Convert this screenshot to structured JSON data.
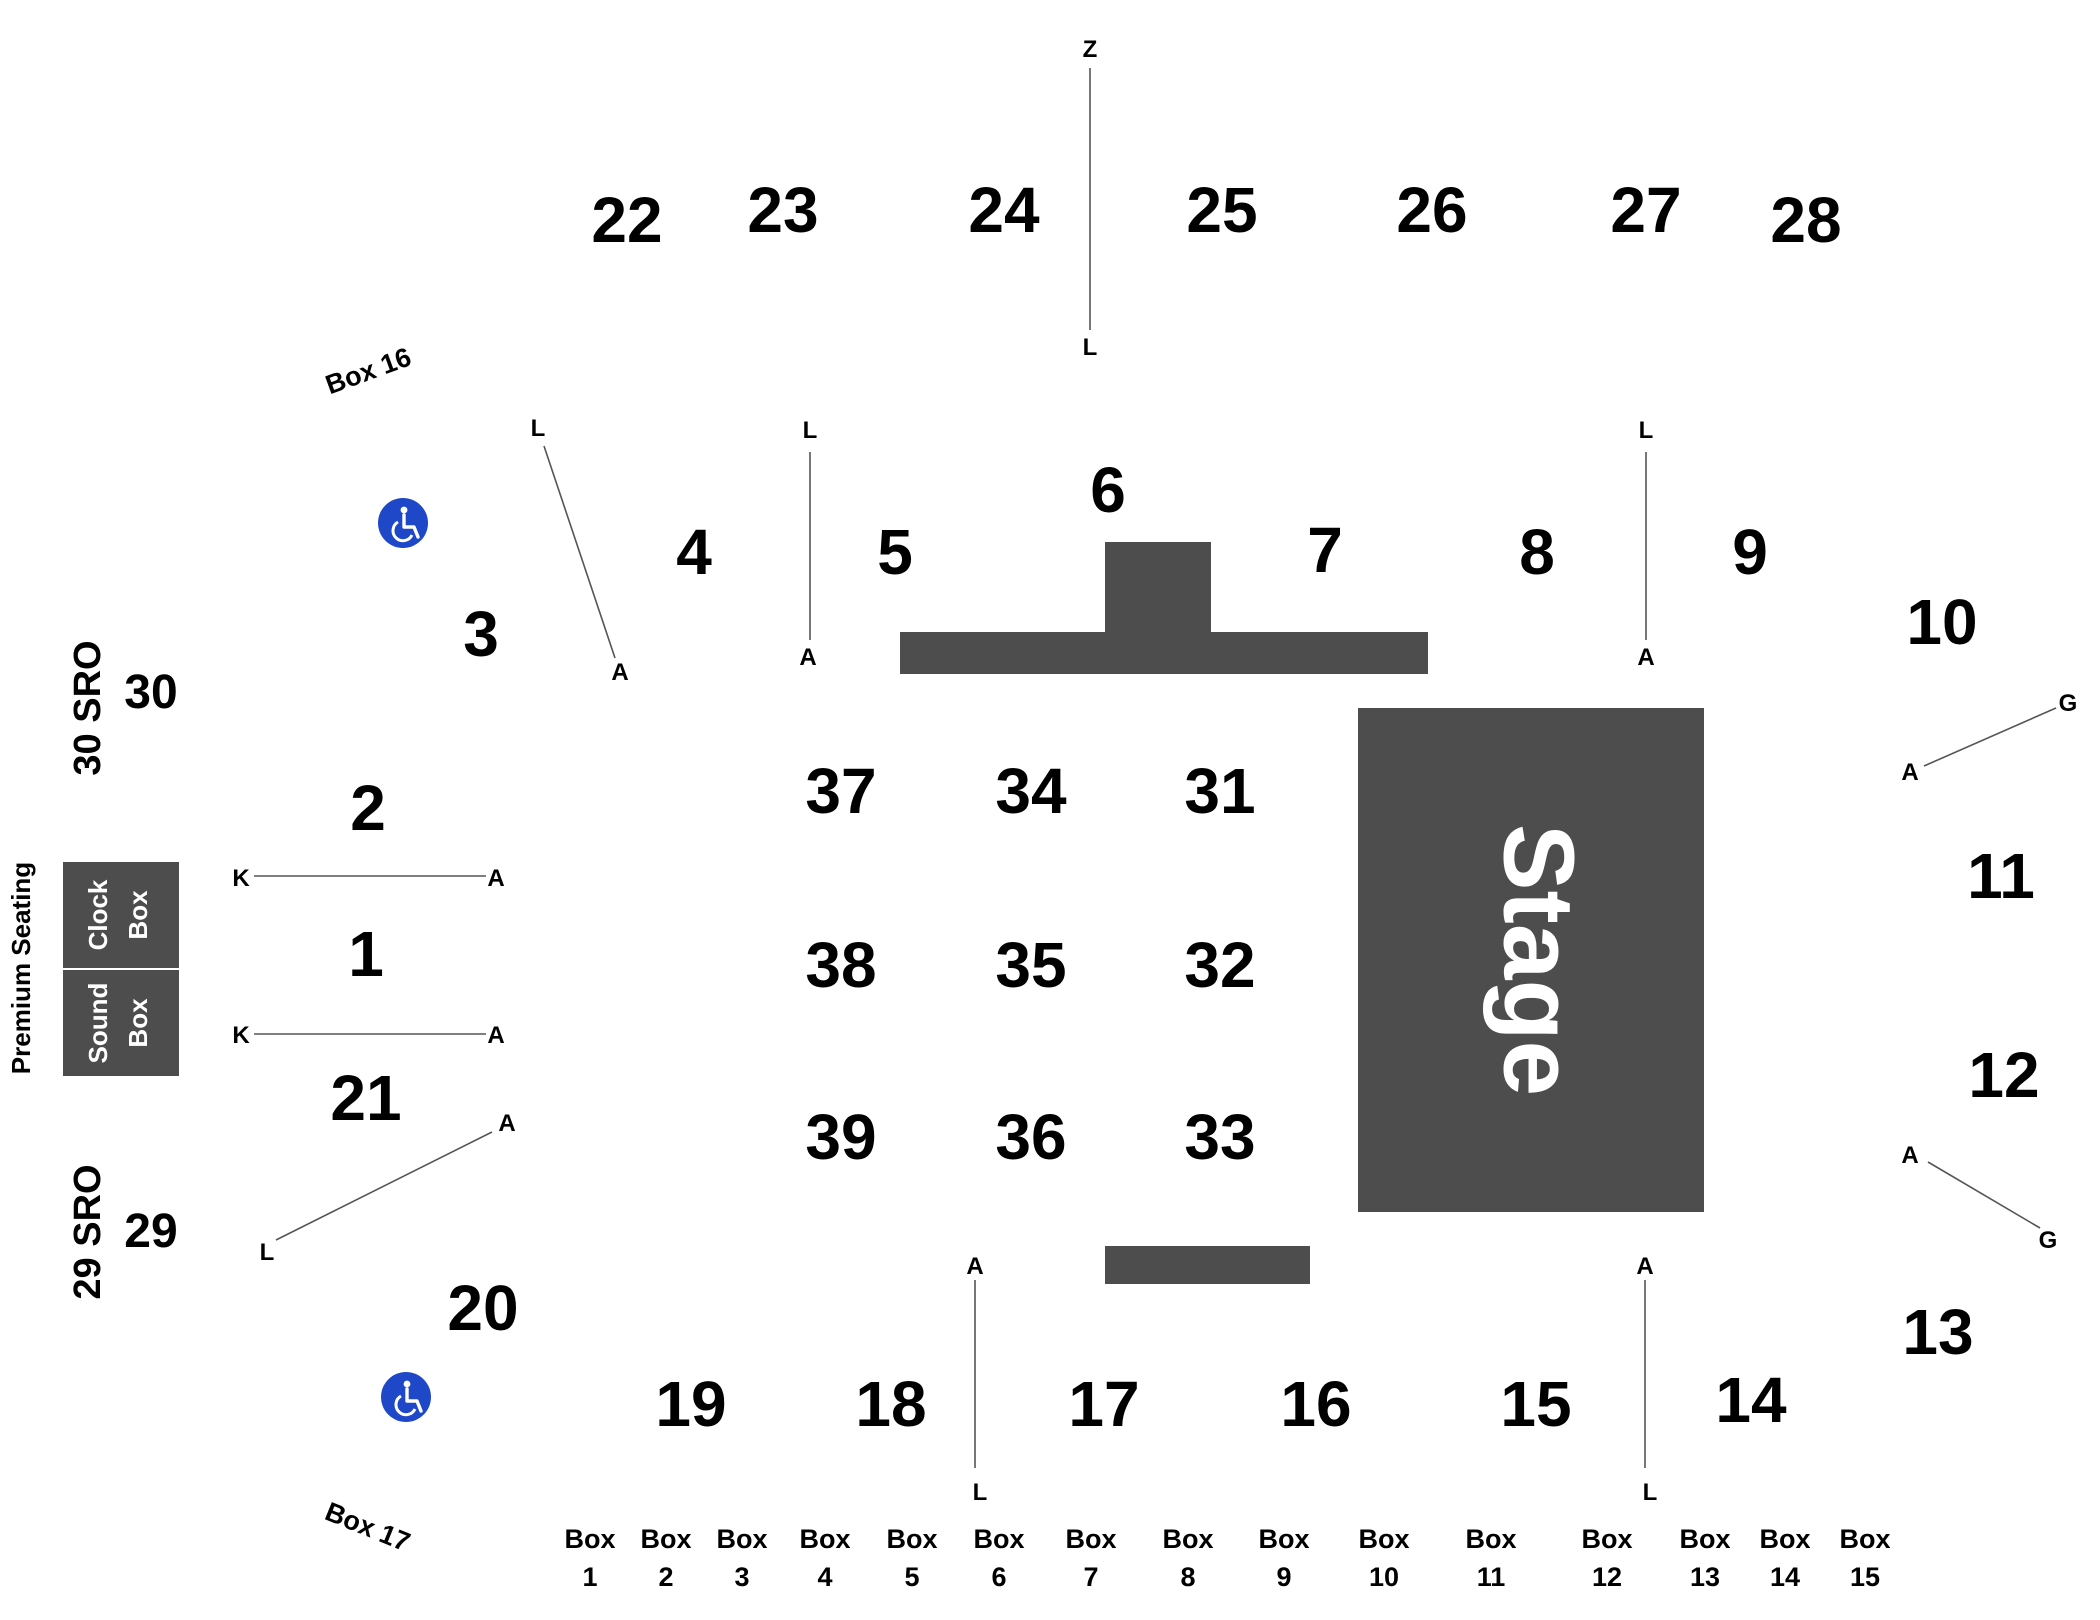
{
  "stage": {
    "label": "Stage"
  },
  "premium": {
    "label": "Premium Seating",
    "clock_top": "Clock",
    "clock_bottom": "Box",
    "sound_top": "Sound",
    "sound_bottom": "Box"
  },
  "sro": {
    "s30": "30 SRO",
    "s29": "29 SRO"
  },
  "sections": {
    "s1": "1",
    "s2": "2",
    "s3": "3",
    "s4": "4",
    "s5": "5",
    "s6": "6",
    "s7": "7",
    "s8": "8",
    "s9": "9",
    "s10": "10",
    "s11": "11",
    "s12": "12",
    "s13": "13",
    "s14": "14",
    "s15": "15",
    "s16": "16",
    "s17": "17",
    "s18": "18",
    "s19": "19",
    "s20": "20",
    "s21": "21",
    "s22": "22",
    "s23": "23",
    "s24": "24",
    "s25": "25",
    "s26": "26",
    "s27": "27",
    "s28": "28",
    "s29": "29",
    "s30": "30",
    "s31": "31",
    "s32": "32",
    "s33": "33",
    "s34": "34",
    "s35": "35",
    "s36": "36",
    "s37": "37",
    "s38": "38",
    "s39": "39"
  },
  "boxes": {
    "word": "Box",
    "box16": "Box 16",
    "box17": "Box 17",
    "numbers": [
      "1",
      "2",
      "3",
      "4",
      "5",
      "6",
      "7",
      "8",
      "9",
      "10",
      "11",
      "12",
      "13",
      "14",
      "15"
    ]
  },
  "rows": {
    "A": "A",
    "G": "G",
    "K": "K",
    "L": "L",
    "Z": "Z"
  },
  "icons": {
    "accessible": "wheelchair-icon"
  },
  "colors": {
    "block": "#4d4d4d",
    "accessible": "#1e48c8"
  }
}
